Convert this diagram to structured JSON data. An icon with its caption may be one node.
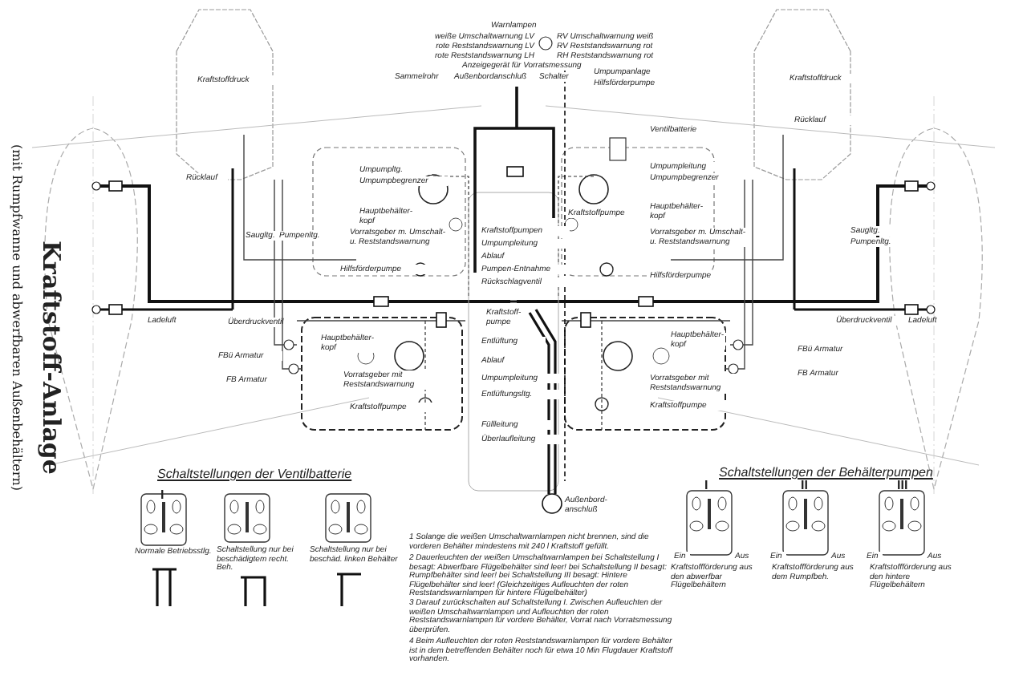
{
  "diagram": {
    "title": "Kraftstoff-Anlage",
    "labels": [
      "(mit Rumpfwanne und abwerfbaren Außenbehältern)",
      "Warnlampen",
      "weiße Umschaltwarnung LV",
      "rote Reststandswarnung LV",
      "rote Reststandswarnung LH",
      "RV Umschaltwarnung weiß",
      "RV Reststandswarnung rot",
      "RH Reststandswarnung rot",
      "Anzeigegerät für Vorratsmessung",
      "Kraftstoffdruck",
      "Sammelrohr",
      "Außenbordanschluß",
      "Schalter",
      "Umpumpanlage",
      "Hilfsförderpumpe",
      "Kraftstoffdruck",
      "Rücklauf",
      "Rücklauf",
      "Ventilbatterie",
      "Umpumpltg.",
      "Umpumpbegrenzer",
      "Umpumpleitung",
      "Umpumpbegrenzer",
      "Kraftstoffpumpe",
      "Hauptbehälter-kopf",
      "Hauptbehälter-kopf",
      "Kraftstoffpumpen",
      "Umpumpleitung",
      "Vorratsgeber m. Umschalt- u. Reststandswarnung",
      "Vorratsgeber m. Umschalt- u. Reststandswarnung",
      "Saugltg.",
      "Pumpenltg.",
      "Saugltg.",
      "Pumpenltg.",
      "Ablauf",
      "Hilfsförderpumpe",
      "Hilfsförderpumpe",
      "Pumpen-Entnahme",
      "Rückschlagventil",
      "Ladeluft",
      "Überdruckventil",
      "Überdruckventil",
      "Ladeluft",
      "Kraftstoff-pumpe",
      "Hauptbehälter-kopf",
      "Hauptbehälter-kopf",
      "Entlüftung",
      "FBü Armatur",
      "FBü Armatur",
      "Ablauf",
      "Vorratsgeber mit Reststandswarnung",
      "Vorratsgeber mit Reststandswarnung",
      "FB Armatur",
      "FB Armatur",
      "Umpumpleitung",
      "Entlüftungsltg.",
      "Kraftstoffpumpe",
      "Kraftstoffpumpe",
      "Füllleitung",
      "Überlaufleitung",
      "Schaltstellungen der Ventilbatterie",
      "Schaltstellungen der Behälterpumpen",
      "Außenbord-anschluß",
      "I",
      "I",
      "II",
      "III",
      "Normale Betriebsstlg.",
      "Schaltstellung nur bei beschädigtem recht. Beh.",
      "Schaltstellung nur bei beschäd. linken Behälter",
      "Ein",
      "Aus",
      "Ein",
      "Aus",
      "Ein",
      "Aus",
      "Kraftstoffförderung aus den abwerfbar Flügelbehältern",
      "Kraftstoffförderung aus dem Rumpfbeh.",
      "Kraftstoffförderung aus den hintere Flügelbehältern",
      "1 Solange die weißen Umschaltwarnlampen nicht brennen, sind die vorderen Behälter mindestens mit 240 l Kraftstoff gefüllt.",
      "2 Dauerleuchten der weißen Umschaltwarnlampen bei Schaltstellung I besagt: Abwerfbare Flügelbehälter sind leer! bei Schaltstellung II besagt: Rumpfbehälter sind leer! bei Schaltstellung III besagt: Hintere Flügelbehälter sind leer! (Gleichzeitiges Aufleuchten der roten Reststandswarnlampen für hintere Flügelbehälter)",
      "3 Darauf zurückschalten auf Schaltstellung I. Zwischen Aufleuchten der weißen Umschaltwarnlampen und Aufleuchten der roten Reststandswarnlampen für vordere Behälter, Vorrat nach Vorratsmessung überprüfen.",
      "4 Beim Aufleuchten der roten Reststandswarnlampen für vordere Behälter ist in dem betreffenden Behälter noch für etwa 10 Min Flugdauer Kraftstoff vorhanden."
    ]
  }
}
